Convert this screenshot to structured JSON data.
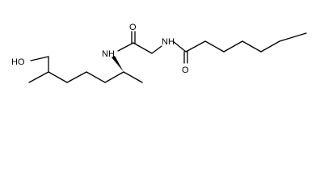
{
  "molecule": {
    "labels": {
      "hydroxyl": "HO",
      "amide_nh_left": "NH",
      "amide_o_left": "O",
      "amide_nh_right": "NH",
      "amide_o_right": "O"
    }
  },
  "colors": {
    "bond": "#000000",
    "text": "#000000",
    "background": "#ffffff"
  }
}
